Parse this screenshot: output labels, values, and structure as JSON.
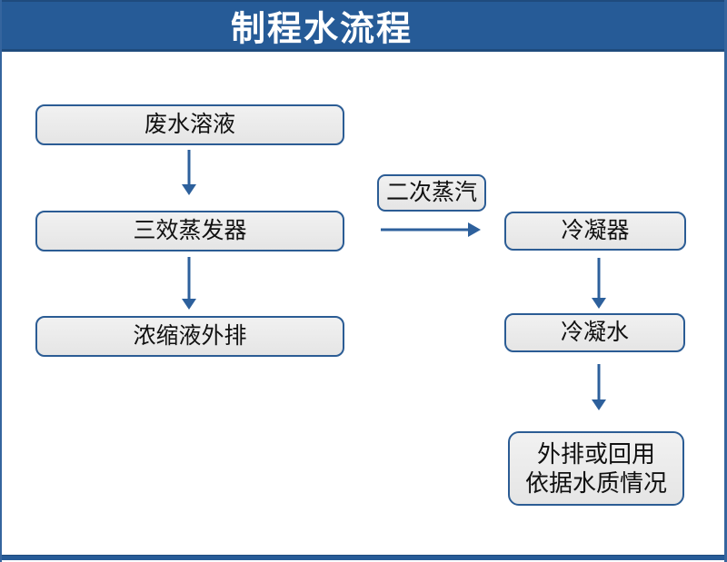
{
  "header": {
    "title": "制程水流程"
  },
  "nodes": {
    "wastewater": "废水溶液",
    "evaporator": "三效蒸发器",
    "concentrate": "浓缩液外排",
    "steam": "二次蒸汽",
    "condenser": "冷凝器",
    "condensate": "冷凝水",
    "discharge_line1": "外排或回用",
    "discharge_line2": "依据水质情况"
  },
  "edges": [
    {
      "from": "废水溶液",
      "to": "三效蒸发器",
      "direction": "down"
    },
    {
      "from": "三效蒸发器",
      "to": "浓缩液外排",
      "direction": "down"
    },
    {
      "from": "三效蒸发器",
      "to": "冷凝器",
      "direction": "right",
      "label": "二次蒸汽"
    },
    {
      "from": "冷凝器",
      "to": "冷凝水",
      "direction": "down"
    },
    {
      "from": "冷凝水",
      "to": "外排或回用 依据水质情况",
      "direction": "down"
    }
  ],
  "colors": {
    "header_bg": "#265B97",
    "header_text": "#FFFFFF",
    "box_border": "#2B5C94",
    "box_fill": "#EBEBEB",
    "arrow": "#2D609C",
    "page_border": "#35659E"
  }
}
